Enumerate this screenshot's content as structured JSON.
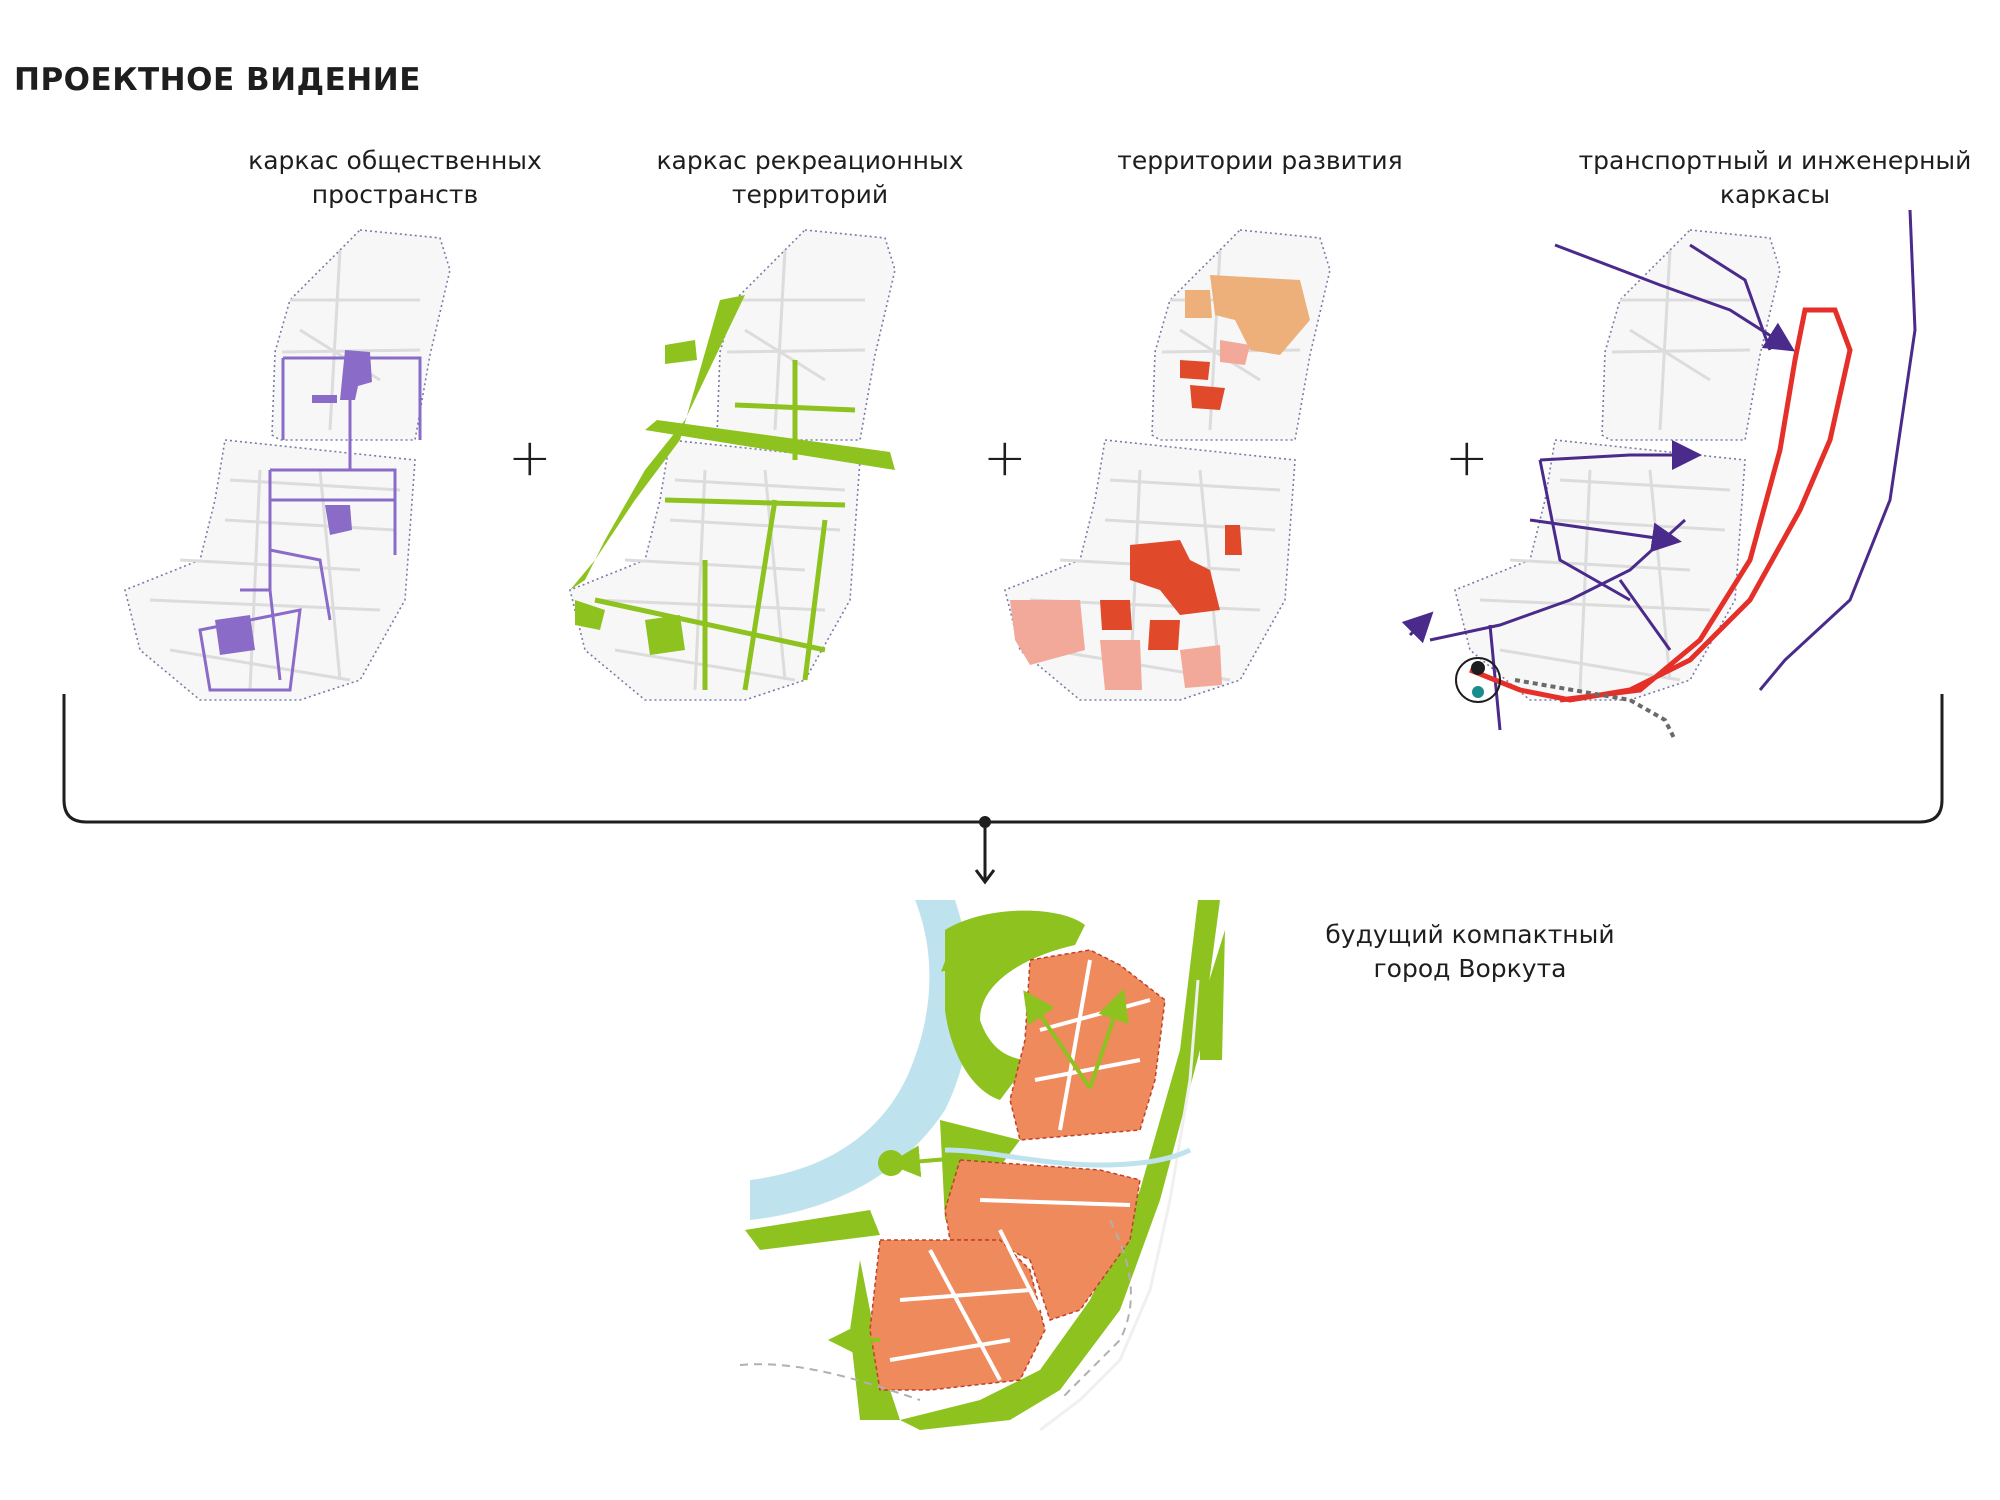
{
  "page": {
    "title": "ПРОЕКТНОЕ ВИДЕНИЕ",
    "operator": "+"
  },
  "panels": [
    {
      "label": "каркас общественных\nпространств",
      "accent": "#8a6cc8"
    },
    {
      "label": "каркас рекреационных\nтерриторий",
      "accent": "#8dc21f"
    },
    {
      "label": "территории развития",
      "accent": "#e04a2a"
    },
    {
      "label": "транспортный и инженерный\nкаркасы",
      "accent": "#e5302a"
    }
  ],
  "result": {
    "label": "будущий компактный\nгород Воркута",
    "colors": {
      "built": "#ef8a5c",
      "green": "#8dc21f",
      "river": "#bfe3ee"
    }
  },
  "colors": {
    "outline": "#7a7aa8",
    "street": "#dcdcdc",
    "public": "#8a6cc8",
    "recreation": "#8dc21f",
    "development_priority": "#e04a2a",
    "development_secondary": "#f2a99a",
    "development_tertiary": "#edb07a",
    "transport_main": "#e5302a",
    "transport_secondary": "#4a2a8a"
  }
}
